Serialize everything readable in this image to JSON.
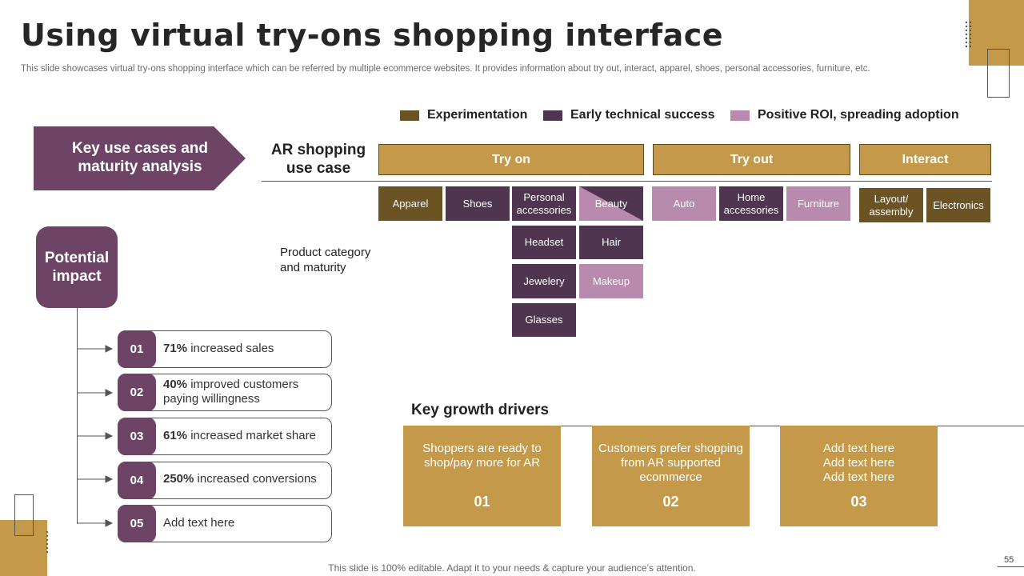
{
  "header": {
    "title": "Using virtual try-ons shopping interface",
    "subtitle": "This slide showcases virtual try-ons shopping interface which can be referred by multiple ecommerce websites. It provides information about try out, interact, apparel, shoes, personal accessories, furniture, etc."
  },
  "legend": {
    "items": [
      {
        "label": "Experimentation",
        "color": "#6b5324"
      },
      {
        "label": "Early technical success",
        "color": "#4f3550"
      },
      {
        "label": "Positive ROI, spreading adoption",
        "color": "#b88aae"
      }
    ]
  },
  "left_chevron": {
    "text": "Key use cases and maturity analysis"
  },
  "ar_label": "AR shopping use case",
  "use_cases": {
    "try_on": "Try on",
    "try_out": "Try out",
    "interact": "Interact"
  },
  "products": {
    "apparel": "Apparel",
    "shoes": "Shoes",
    "personal_accessories": "Personal accessories",
    "beauty": "Beauty",
    "auto": "Auto",
    "home_accessories": "Home accessories",
    "furniture": "Furniture",
    "layout_assembly": "Layout/ assembly",
    "electronics": "Electronics",
    "headset": "Headset",
    "hair": "Hair",
    "jewelery": "Jewelery",
    "makeup": "Makeup",
    "glasses": "Glasses"
  },
  "product_label": "Product category and maturity",
  "impact": {
    "title": "Potential impact",
    "items": [
      {
        "num": "01",
        "bold": "71%",
        "text": " increased sales"
      },
      {
        "num": "02",
        "bold": "40%",
        "text": " improved customers paying willingness"
      },
      {
        "num": "03",
        "bold": "61%",
        "text": " increased market share"
      },
      {
        "num": "04",
        "bold": "250%",
        "text": " increased conversions"
      },
      {
        "num": "05",
        "bold": "",
        "text": "Add text here"
      }
    ]
  },
  "growth": {
    "title": "Key growth drivers",
    "drivers": [
      {
        "text": "Shoppers are ready to shop/pay more for AR",
        "num": "01"
      },
      {
        "text": "Customers prefer shopping from AR supported ecommerce",
        "num": "02"
      },
      {
        "text": "Add text here Add text here Add text here",
        "num": "03"
      }
    ]
  },
  "footer": {
    "text": "This slide is 100% editable. Adapt it to your needs & capture your audience’s attention.",
    "page": "55"
  }
}
